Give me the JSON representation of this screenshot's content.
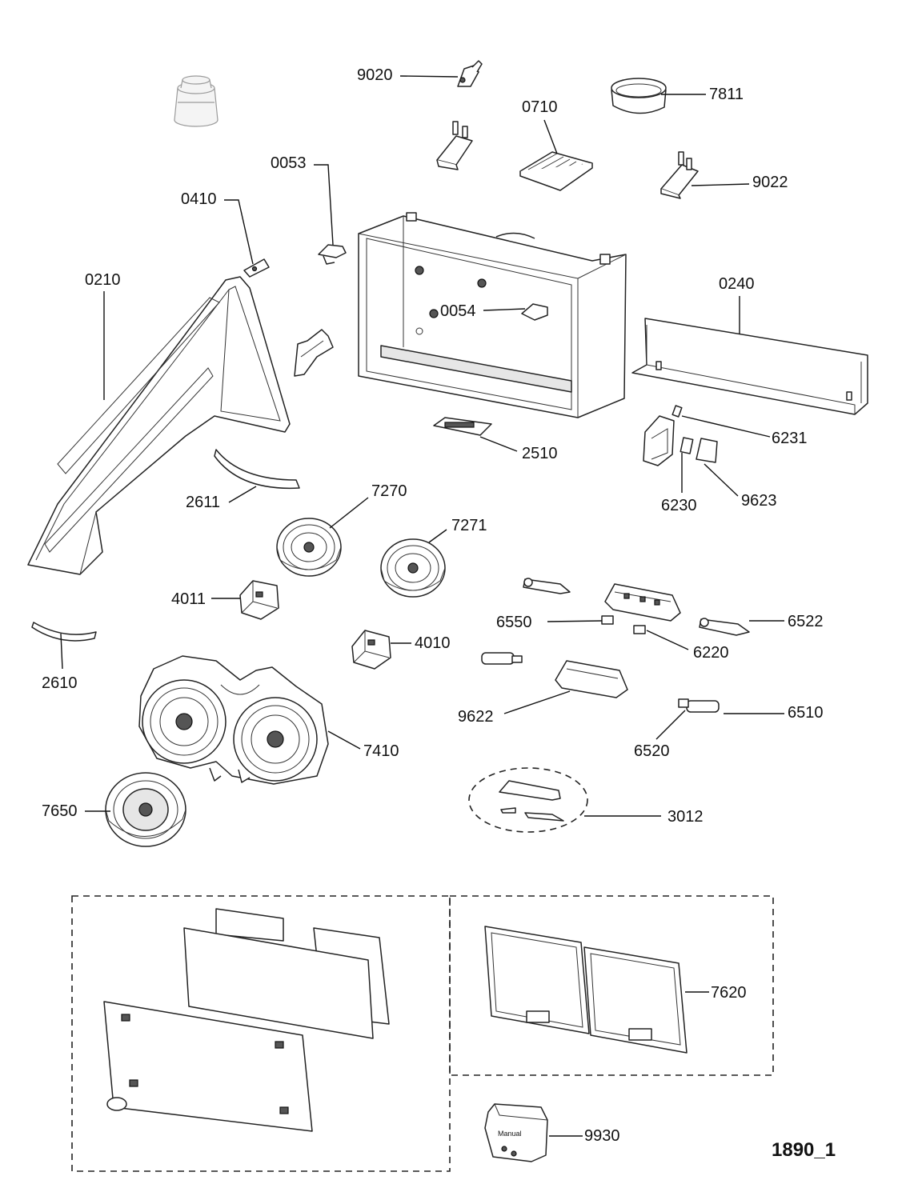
{
  "drawing_id": "1890_1",
  "labels": {
    "p9020": "9020",
    "p7811": "7811",
    "p0710": "0710",
    "p0053": "0053",
    "p9022": "9022",
    "p0410": "0410",
    "p0210": "0210",
    "p0240": "0240",
    "p0054": "0054",
    "p6231": "6231",
    "p2510": "2510",
    "p6230": "6230",
    "p9623": "9623",
    "p2611": "2611",
    "p7270": "7270",
    "p7271": "7271",
    "p4011": "4011",
    "p6550": "6550",
    "p6522": "6522",
    "p6220": "6220",
    "p4010": "4010",
    "p2610": "2610",
    "p9622": "9622",
    "p6510": "6510",
    "p6520": "6520",
    "p7410": "7410",
    "p7650": "7650",
    "p3012": "3012",
    "p7620": "7620",
    "p9930": "9930"
  },
  "manual_text": "Manual"
}
